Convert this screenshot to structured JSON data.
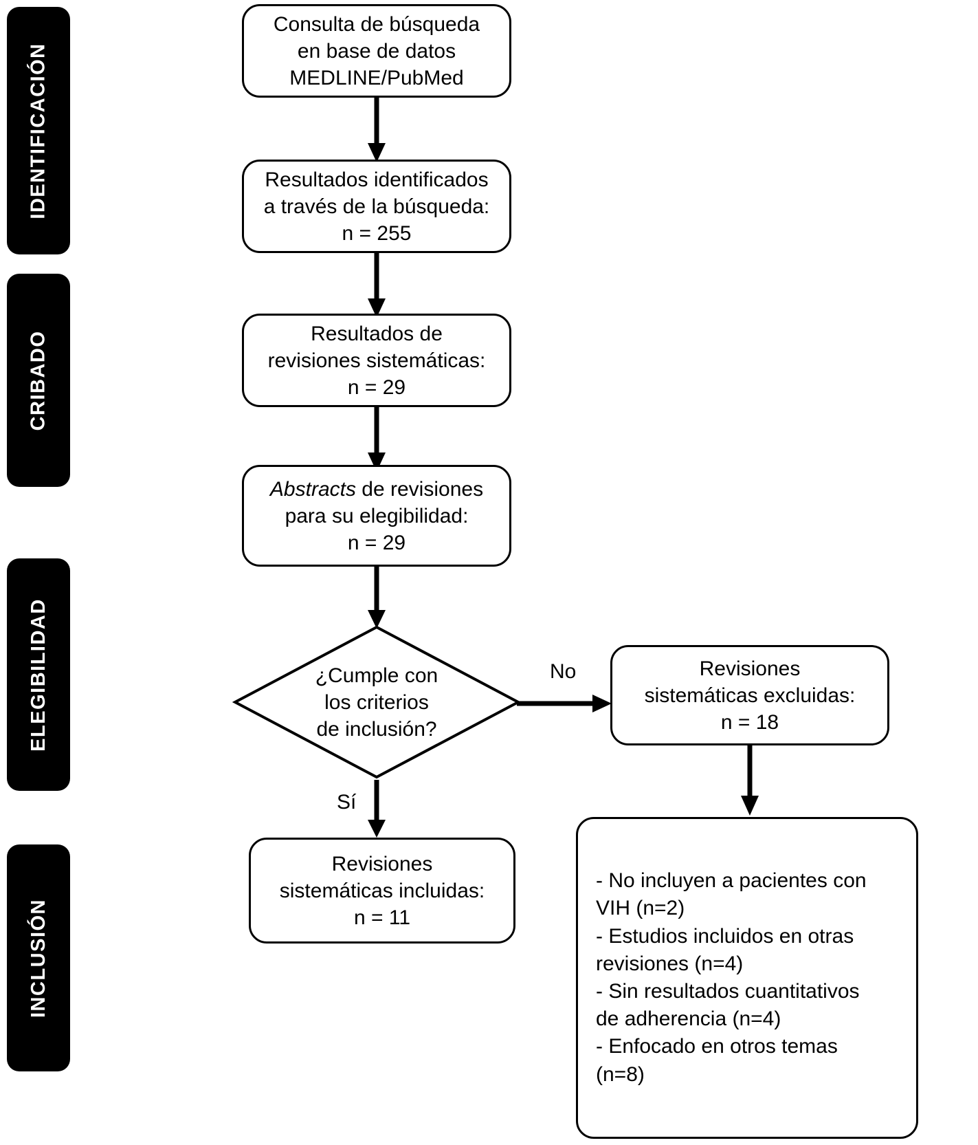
{
  "diagram": {
    "type": "prisma-flow-diagram",
    "language": "es",
    "stages": [
      {
        "id": "identificacion",
        "label": "IDENTIFICACIÓN"
      },
      {
        "id": "cribado",
        "label": "CRIBADO"
      },
      {
        "id": "elegibilidad",
        "label": "ELEGIBILIDAD"
      },
      {
        "id": "inclusion",
        "label": "INCLUSIÓN"
      }
    ],
    "nodes": {
      "query": {
        "shape": "rounded-rect",
        "lines": [
          "Consulta de búsqueda",
          "en base de datos",
          "MEDLINE/PubMed"
        ]
      },
      "identified": {
        "shape": "rounded-rect",
        "lines": [
          "Resultados identificados",
          "a través de la búsqueda:",
          "n = 255"
        ],
        "count": 255
      },
      "systematic_reviews": {
        "shape": "rounded-rect",
        "lines": [
          "Resultados de",
          "revisiones sistemáticas:",
          "n = 29"
        ],
        "count": 29
      },
      "abstracts": {
        "shape": "rounded-rect",
        "line1_italic": "Abstracts",
        "line1_rest": " de revisiones",
        "lines": [
          "para su elegibilidad:",
          "n = 29"
        ],
        "count": 29
      },
      "decision": {
        "shape": "diamond",
        "lines": [
          "¿Cumple con",
          "los criterios",
          "de inclusión?"
        ]
      },
      "excluded": {
        "shape": "rounded-rect",
        "lines": [
          "Revisiones",
          "sistemáticas excluidas:",
          "n = 18"
        ],
        "count": 18
      },
      "included": {
        "shape": "rounded-rect",
        "lines": [
          "Revisiones",
          "sistemáticas incluidas:",
          "n = 11"
        ],
        "count": 11
      },
      "exclusion_reasons": {
        "shape": "rounded-rect",
        "lines": [
          "- No incluyen a pacientes con",
          "VIH (n=2)",
          "- Estudios incluidos en otras",
          "revisiones (n=4)",
          "- Sin resultados cuantitativos",
          "de adherencia (n=4)",
          "- Enfocado en otros temas",
          "(n=8)"
        ],
        "reasons": [
          {
            "text": "No incluyen a pacientes con VIH",
            "n": 2
          },
          {
            "text": "Estudios incluidos en otras revisiones",
            "n": 4
          },
          {
            "text": "Sin resultados cuantitativos de adherencia",
            "n": 4
          },
          {
            "text": "Enfocado en otros temas",
            "n": 8
          }
        ]
      }
    },
    "edge_labels": {
      "no": "No",
      "si": "Sí"
    },
    "colors": {
      "stroke": "#000000",
      "fill": "#ffffff",
      "stage_background": "#000000",
      "stage_text": "#ffffff"
    }
  }
}
